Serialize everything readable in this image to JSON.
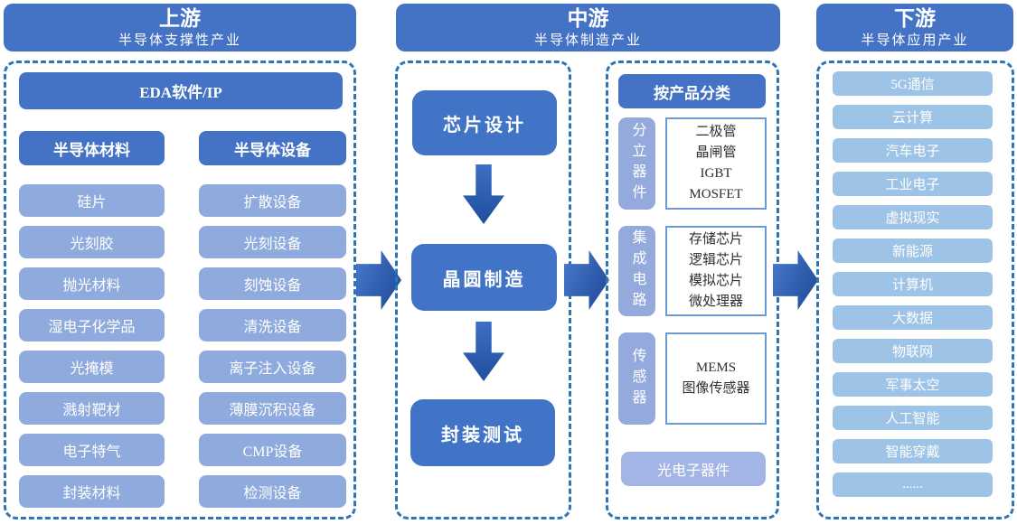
{
  "upstream": {
    "header": {
      "title": "上游",
      "subtitle": "半导体支撑性产业"
    },
    "eda": "EDA软件/IP",
    "materials": {
      "header": "半导体材料",
      "items": [
        "硅片",
        "光刻胶",
        "抛光材料",
        "湿电子化学品",
        "光掩模",
        "溅射靶材",
        "电子特气",
        "封装材料"
      ]
    },
    "equipment": {
      "header": "半导体设备",
      "items": [
        "扩散设备",
        "光刻设备",
        "刻蚀设备",
        "清洗设备",
        "离子注入设备",
        "薄膜沉积设备",
        "CMP设备",
        "检测设备"
      ]
    }
  },
  "midstream": {
    "header": {
      "title": "中游",
      "subtitle": "半导体制造产业"
    },
    "flow": [
      "芯片设计",
      "晶圆制造",
      "封装测试"
    ],
    "classification": {
      "header": "按产品分类",
      "sections": [
        {
          "label": "分立器件",
          "items": [
            "二极管",
            "晶闸管",
            "IGBT",
            "MOSFET"
          ]
        },
        {
          "label": "集成电路",
          "items": [
            "存储芯片",
            "逻辑芯片",
            "模拟芯片",
            "微处理器"
          ]
        },
        {
          "label": "传感器",
          "items": [
            "MEMS",
            "图像传感器"
          ]
        }
      ],
      "other": "光电子器件"
    }
  },
  "downstream": {
    "header": {
      "title": "下游",
      "subtitle": "半导体应用产业"
    },
    "items": [
      "5G通信",
      "云计算",
      "汽车电子",
      "工业电子",
      "虚拟现实",
      "新能源",
      "计算机",
      "大数据",
      "物联网",
      "军事太空",
      "人工智能",
      "智能穿戴",
      "......"
    ]
  },
  "colors": {
    "header_blue": "#4472C4",
    "flow_blue": "#4173C7",
    "upstream_item": "#8FAADC",
    "mid_light": "#A3B5E4",
    "downstream_item": "#9DC3E6",
    "dashed_border": "#2E75B6",
    "white_box_border": "#6E9BD5",
    "arrow_dark": "#1C4795",
    "arrow_light": "#4A7BCE"
  }
}
